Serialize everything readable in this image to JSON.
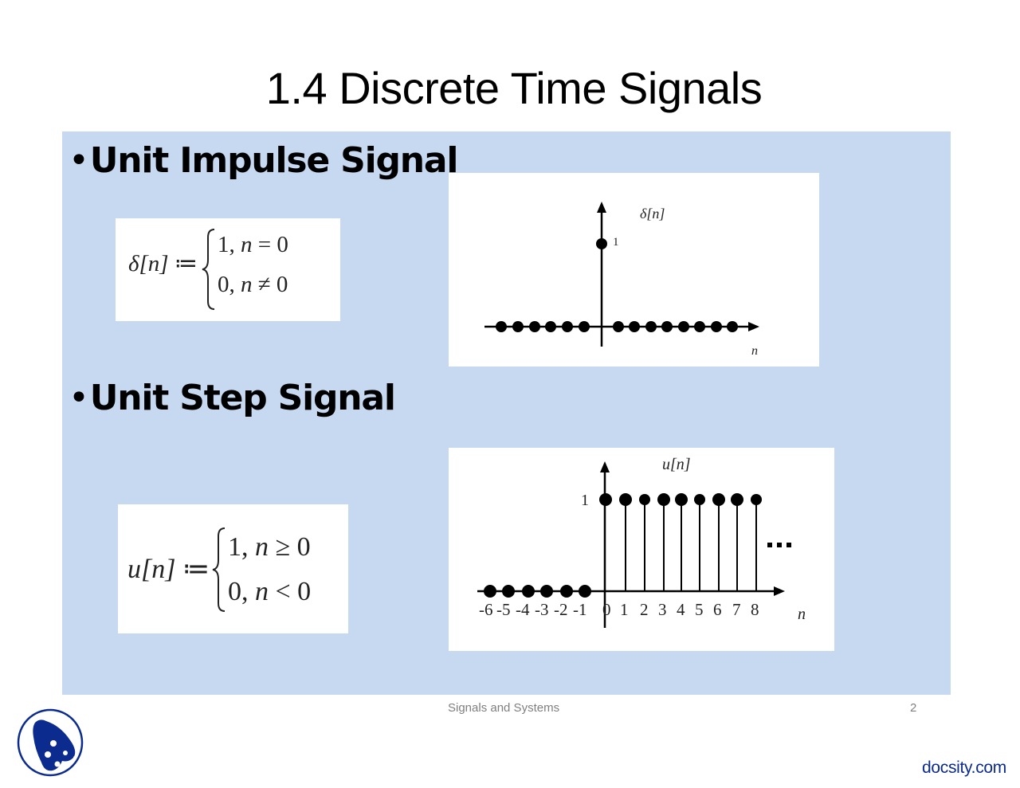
{
  "slide": {
    "title": "1.4 Discrete Time Signals",
    "page_number": "2",
    "footer": "Signals and Systems",
    "watermark": "docsity.com",
    "logo_icon": "docsity-logo-icon",
    "colors": {
      "content_bg": "#c6d9f1",
      "logo_blue": "#0b2b8f",
      "footer_gray": "#7f7f7f"
    }
  },
  "sections": [
    {
      "bullet": "•",
      "heading": "Unit Impulse Signal",
      "formula": {
        "lhs": "δ[n] :=",
        "cases": [
          "1, n = 0",
          "0, n ≠ 0"
        ]
      },
      "graph": {
        "ylabel": "δ[n]",
        "xlabel": "n",
        "tick_1": "1"
      }
    },
    {
      "bullet": "•",
      "heading": "Unit Step Signal",
      "formula": {
        "lhs": "u[n] :=",
        "cases": [
          "1, n ≥ 0",
          "0, n < 0"
        ]
      },
      "graph": {
        "ylabel": "u[n]",
        "xlabel": "n",
        "tick_1": "1",
        "continuation": "…",
        "xticks": [
          "-6",
          "-5",
          "-4",
          "-3",
          "-2",
          "-1",
          "0",
          "1",
          "2",
          "3",
          "4",
          "5",
          "6",
          "7",
          "8"
        ]
      }
    }
  ],
  "chart_data": [
    {
      "type": "scatter",
      "title": "δ[n]",
      "xlabel": "n",
      "ylabel": "δ[n]",
      "x": [
        -6,
        -5,
        -4,
        -3,
        -2,
        -1,
        0,
        1,
        2,
        3,
        4,
        5,
        6,
        7,
        8
      ],
      "values": [
        0,
        0,
        0,
        0,
        0,
        0,
        1,
        0,
        0,
        0,
        0,
        0,
        0,
        0,
        0
      ],
      "ylim": [
        0,
        1
      ],
      "grid": false
    },
    {
      "type": "scatter",
      "title": "u[n]",
      "xlabel": "n",
      "ylabel": "u[n]",
      "x": [
        -6,
        -5,
        -4,
        -3,
        -2,
        -1,
        0,
        1,
        2,
        3,
        4,
        5,
        6,
        7,
        8
      ],
      "values": [
        0,
        0,
        0,
        0,
        0,
        0,
        1,
        1,
        1,
        1,
        1,
        1,
        1,
        1,
        1
      ],
      "ylim": [
        0,
        1
      ],
      "annotations": [
        "…"
      ],
      "grid": false
    }
  ]
}
